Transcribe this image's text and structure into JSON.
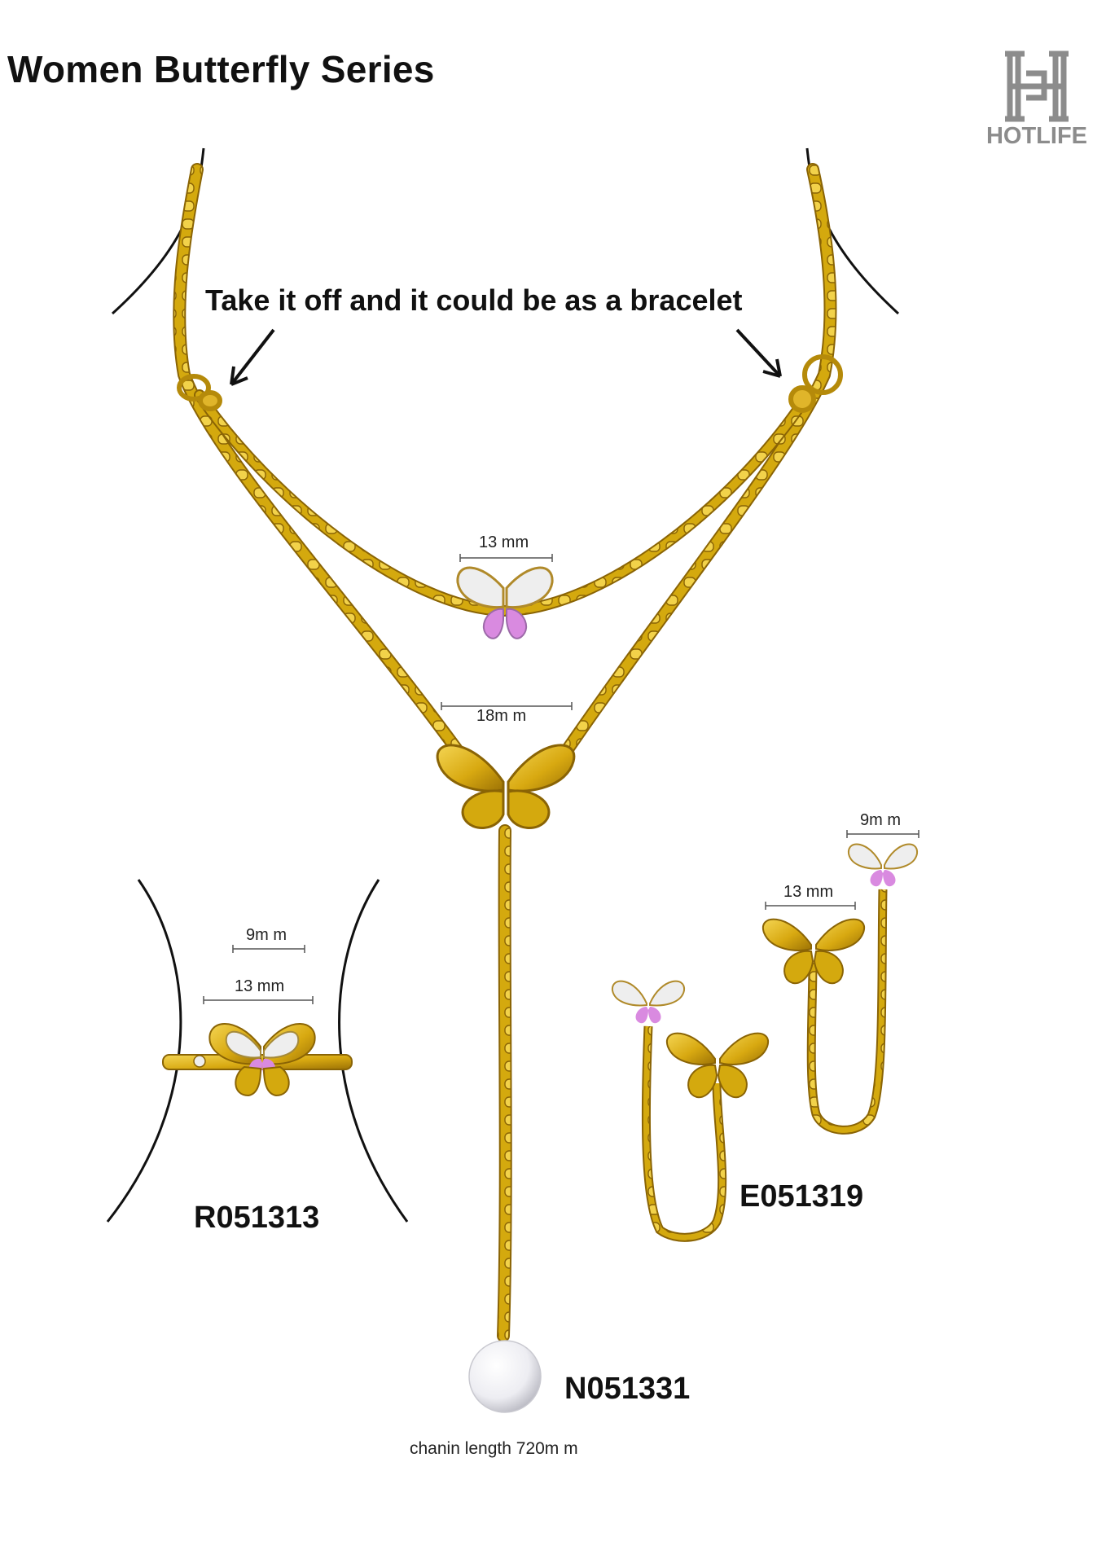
{
  "title": "Women Butterfly Series",
  "logo": {
    "text": "HOTLIFE",
    "color": "#8c8c8c"
  },
  "caption": "Take it off and it could be as a bracelet",
  "products": {
    "ring": "R051313",
    "necklace": "N051331",
    "earrings": "E051319"
  },
  "dimensions": {
    "small_pendant": "13 mm",
    "large_pendant": "18m m",
    "ring_stone": "9m m",
    "ring_width": "13 mm",
    "earring_stone": "9m m",
    "earring_gold": "13 mm"
  },
  "chain_length": "chanin length 720m m",
  "colors": {
    "gold": "#d4a90e",
    "gold_dark": "#a97d06",
    "crystal_pink": "#d98ae0",
    "crystal_white": "#eeeeee",
    "pearl": "#f3f3f6"
  }
}
